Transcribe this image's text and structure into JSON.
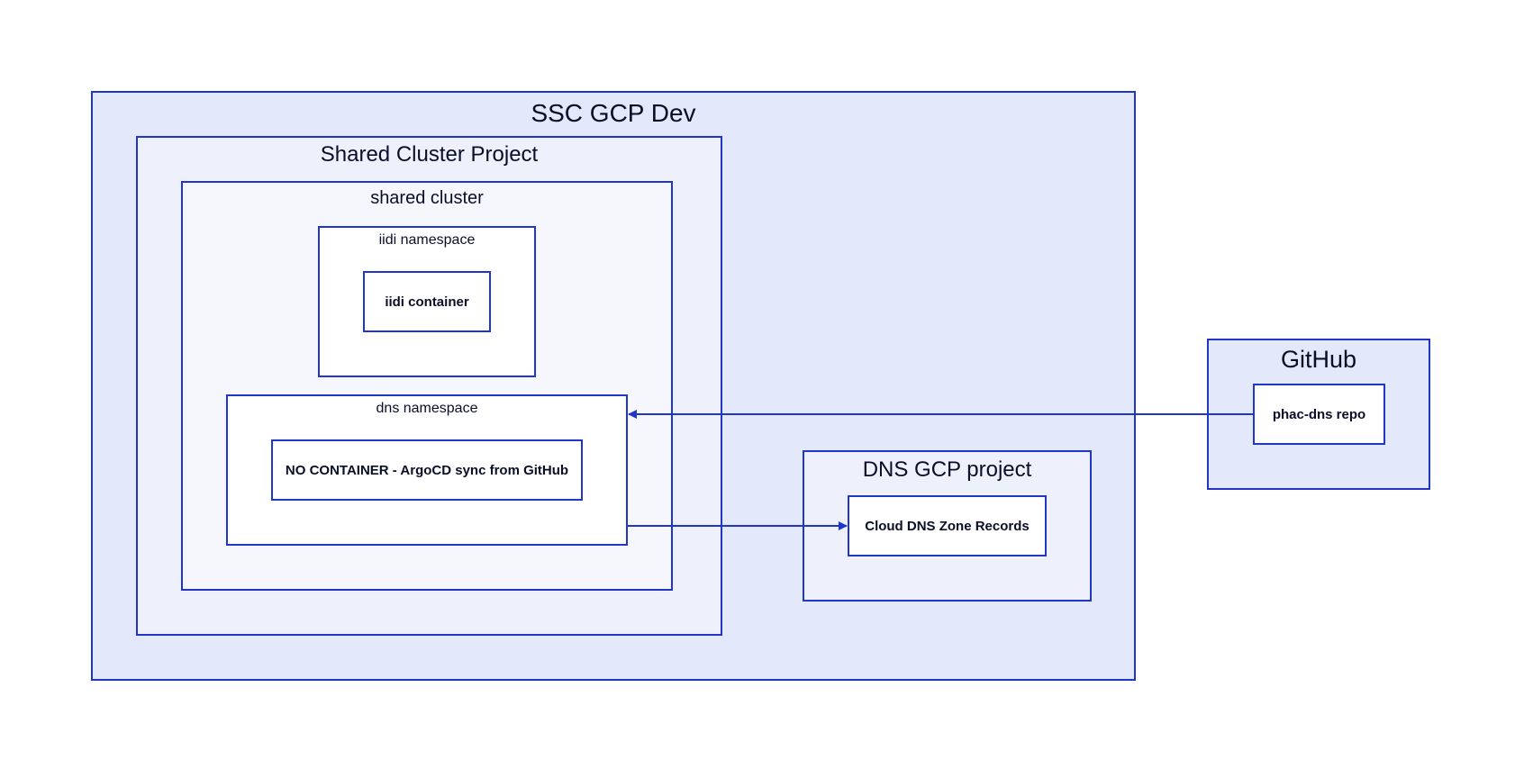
{
  "groups": {
    "ssc_gcp_dev": "SSC GCP Dev",
    "shared_cluster_project": "Shared Cluster Project",
    "shared_cluster": "shared cluster",
    "iidi_namespace": "iidi namespace",
    "dns_namespace": "dns namespace",
    "dns_gcp_project": "DNS GCP project",
    "github": "GitHub"
  },
  "nodes": {
    "iidi_container": "iidi container",
    "no_container": "NO CONTAINER - ArgoCD sync from GitHub",
    "cloud_dns": "Cloud DNS Zone Records",
    "phac_dns_repo": "phac-dns repo"
  },
  "edges": [
    {
      "from": "phac-dns repo",
      "to": "dns namespace"
    },
    {
      "from": "dns namespace",
      "to": "Cloud DNS Zone Records"
    }
  ],
  "colors": {
    "border": "#1f36c7",
    "outer_fill": "#e3e9fa",
    "mid_fill": "#eef1fc",
    "inner_fill": "#f6f7fd"
  }
}
